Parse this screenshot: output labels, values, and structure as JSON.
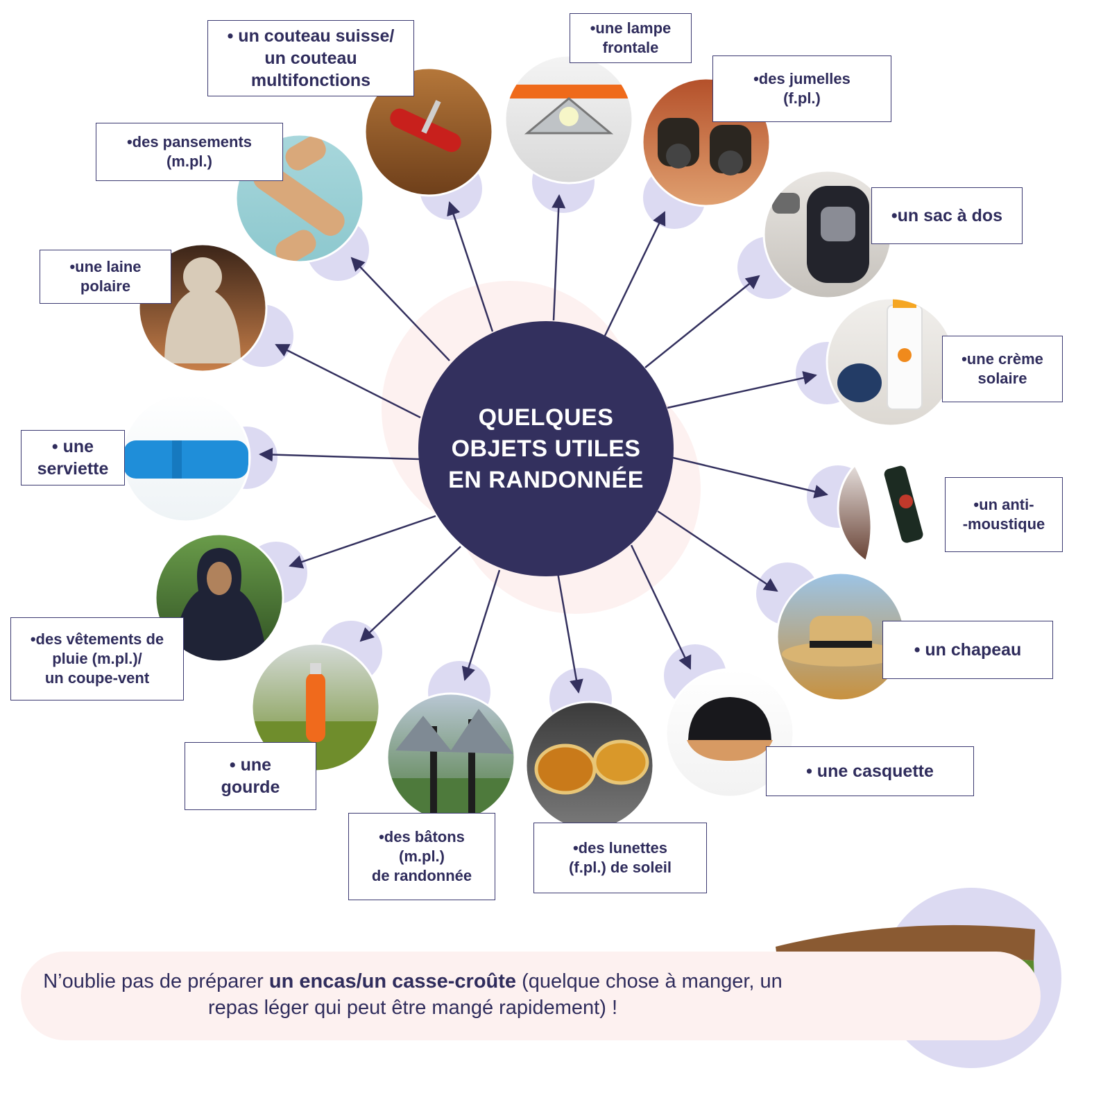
{
  "title": "QUELQUES\nOBJETS UTILES\nEN RANDONNÉE",
  "items": [
    {
      "id": "couteau",
      "label": "•  un couteau suisse/\nun couteau\nmultifonctions",
      "icon": "swiss-knife-photo"
    },
    {
      "id": "lampe",
      "label": "•une lampe\nfrontale",
      "icon": "headlamp-photo"
    },
    {
      "id": "jumelles",
      "label": "•des jumelles\n(f.pl.)",
      "icon": "binoculars-photo"
    },
    {
      "id": "sac",
      "label": "•un sac à dos",
      "icon": "backpack-photo"
    },
    {
      "id": "creme",
      "label": "•une crème\nsolaire",
      "icon": "sunscreen-photo"
    },
    {
      "id": "antimoustique",
      "label": "•un anti-\n-moustique",
      "icon": "mosquito-repellent-photo"
    },
    {
      "id": "chapeau",
      "label": "•  un chapeau",
      "icon": "straw-hat-photo"
    },
    {
      "id": "casquette",
      "label": "•  une casquette",
      "icon": "cap-photo"
    },
    {
      "id": "lunettes",
      "label": "•des lunettes\n(f.pl.) de soleil",
      "icon": "sunglasses-photo"
    },
    {
      "id": "batons",
      "label": "•des bâtons\n(m.pl.)\nde randonnée",
      "icon": "hiking-poles-photo"
    },
    {
      "id": "gourde",
      "label": "•  une\ngourde",
      "icon": "water-bottle-photo"
    },
    {
      "id": "pluie",
      "label": "•des vêtements de\npluie (m.pl.)/\nun coupe-vent",
      "icon": "rain-jacket-photo"
    },
    {
      "id": "serviette",
      "label": "•  une\nserviette",
      "icon": "towel-photo"
    },
    {
      "id": "polaire",
      "label": "•une laine\npolaire",
      "icon": "fleece-photo"
    },
    {
      "id": "pansements",
      "label": "•des pansements\n(m.pl.)",
      "icon": "bandages-photo"
    }
  ],
  "footer": {
    "text_before": "N’oublie pas de préparer ",
    "text_bold": "un encas/un casse-croûte",
    "text_after": " (quelque chose à manger, un repas léger qui peut être mangé rapidement) !",
    "icon": "sandwich-photo"
  },
  "colors": {
    "navy": "#33305e",
    "lavender": "#dcdaf2",
    "pink": "#fdf1f0",
    "arrow": "#33305e"
  }
}
